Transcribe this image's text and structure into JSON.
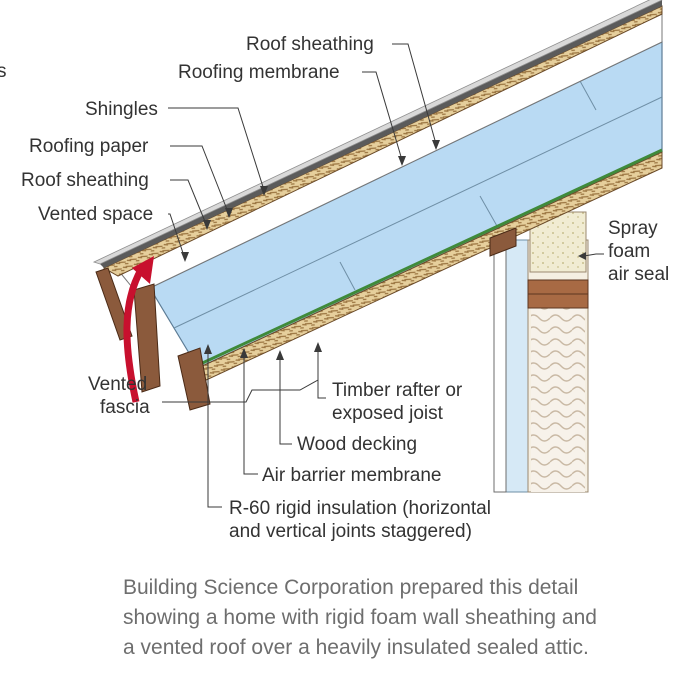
{
  "diagram": {
    "labels": {
      "roof_sheathing_top": "Roof sheathing",
      "roofing_membrane": "Roofing membrane",
      "shingles": "Shingles",
      "roofing_paper": "Roofing paper",
      "roof_sheathing": "Roof sheathing",
      "vented_space": "Vented space",
      "spray_foam_1": "Spray",
      "spray_foam_2": "foam",
      "spray_foam_3": "air seal",
      "vented_fascia_1": "Vented",
      "vented_fascia_2": "fascia",
      "timber_rafter_1": "Timber rafter or",
      "timber_rafter_2": "exposed joist",
      "wood_decking": "Wood decking",
      "air_barrier": "Air barrier membrane",
      "insulation_1": "R-60 rigid insulation (horizontal",
      "insulation_2": "and vertical joints staggered)"
    },
    "edge_fragment": "s",
    "colors": {
      "insulation": "#b9daf3",
      "wood": "#8b5a3c",
      "air_barrier": "#3f8a3a",
      "arrow": "#c8102e",
      "label_text": "#333333"
    }
  },
  "caption": {
    "line1": "Building Science Corporation prepared this detail",
    "line2": "showing a home with rigid foam wall sheathing and",
    "line3": "a vented roof over a heavily insulated sealed attic."
  }
}
